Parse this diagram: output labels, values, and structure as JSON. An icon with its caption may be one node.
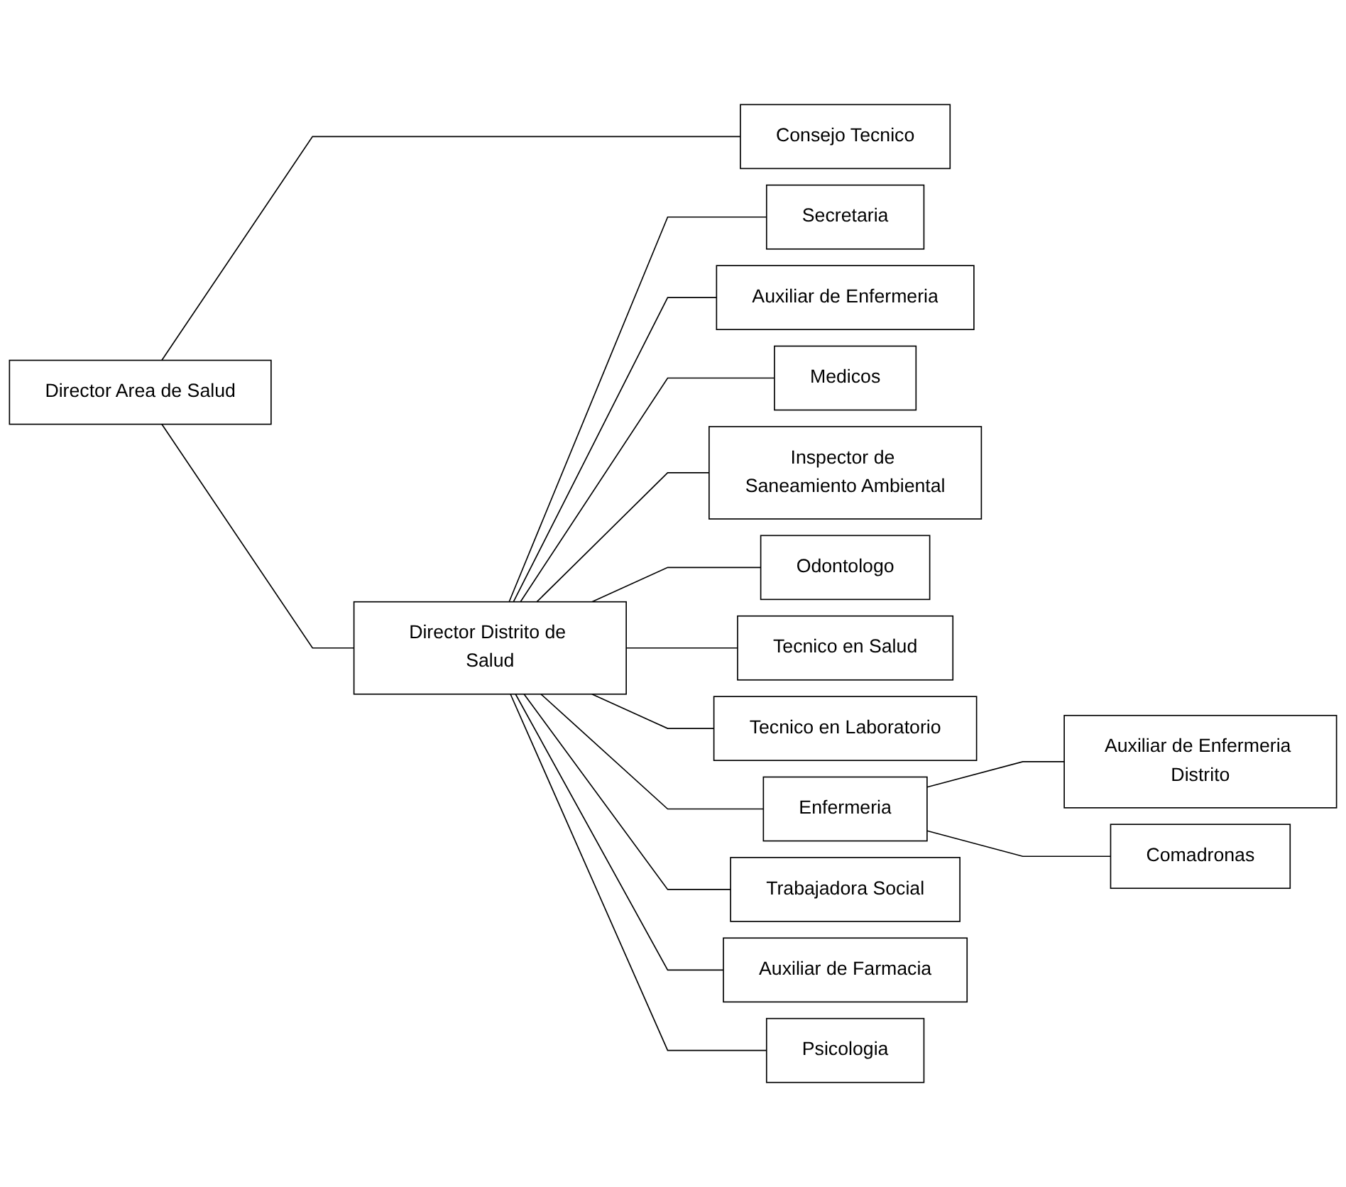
{
  "diagram": {
    "nodes": [
      {
        "text": [
          "Director Area de Salud"
        ]
      },
      {
        "text": [
          "Consejo Tecnico"
        ]
      },
      {
        "text": [
          "Director Distrito de Salud"
        ]
      },
      {
        "text": [
          "Secretaria"
        ]
      },
      {
        "text": [
          "Auxiliar de Enfermeria"
        ]
      },
      {
        "text": [
          "Medicos"
        ]
      },
      {
        "text": [
          "Inspector de Saneamiento Ambiental"
        ]
      },
      {
        "text": [
          "Odontologo"
        ]
      },
      {
        "text": [
          "Tecnico en Salud"
        ]
      },
      {
        "text": [
          "Tecnico en Laboratorio"
        ]
      },
      {
        "text": [
          "Enfermeria"
        ]
      },
      {
        "text": [
          "Trabajadora Social"
        ]
      },
      {
        "text": [
          "Auxiliar de Enfermeria Distrito"
        ]
      },
      {
        "text": [
          "Comadronas"
        ]
      },
      {
        "text": [
          "Auxiliar de Farmacia"
        ]
      },
      {
        "text": [
          "Psicologia"
        ]
      }
    ],
    "edges": [
      {
        "from": 0,
        "to": 1,
        "arrow": "none"
      },
      {
        "from": 0,
        "to": 2,
        "arrow": "none"
      },
      {
        "from": 2,
        "to": 3,
        "arrow": "none"
      },
      {
        "from": 2,
        "to": 4,
        "arrow": "none"
      },
      {
        "from": 2,
        "to": 5,
        "arrow": "none"
      },
      {
        "from": 2,
        "to": 6,
        "arrow": "none"
      },
      {
        "from": 2,
        "to": 7,
        "arrow": "none"
      },
      {
        "from": 2,
        "to": 8,
        "arrow": "none"
      },
      {
        "from": 2,
        "to": 9,
        "arrow": "none"
      },
      {
        "from": 2,
        "to": 10,
        "arrow": "none"
      },
      {
        "from": 2,
        "to": 11,
        "arrow": "none"
      },
      {
        "from": 2,
        "to": 14,
        "arrow": "none"
      },
      {
        "from": 2,
        "to": 15,
        "arrow": "none"
      },
      {
        "from": 10,
        "to": 12,
        "arrow": "none"
      },
      {
        "from": 10,
        "to": 13,
        "arrow": "none"
      }
    ]
  }
}
